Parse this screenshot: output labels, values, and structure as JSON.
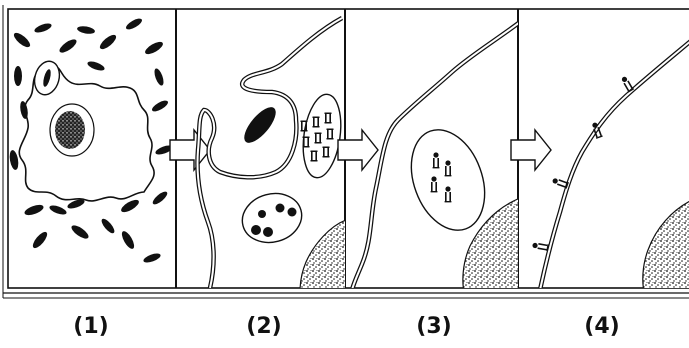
{
  "figure": {
    "panels": [
      {
        "id": 1,
        "label": "(1)"
      },
      {
        "id": 2,
        "label": "(2)"
      },
      {
        "id": 3,
        "label": "(3)"
      },
      {
        "id": 4,
        "label": "(4)"
      }
    ],
    "ink_color": "#111111",
    "background_color": "#ffffff",
    "arrow_fill": "#ffffff"
  }
}
